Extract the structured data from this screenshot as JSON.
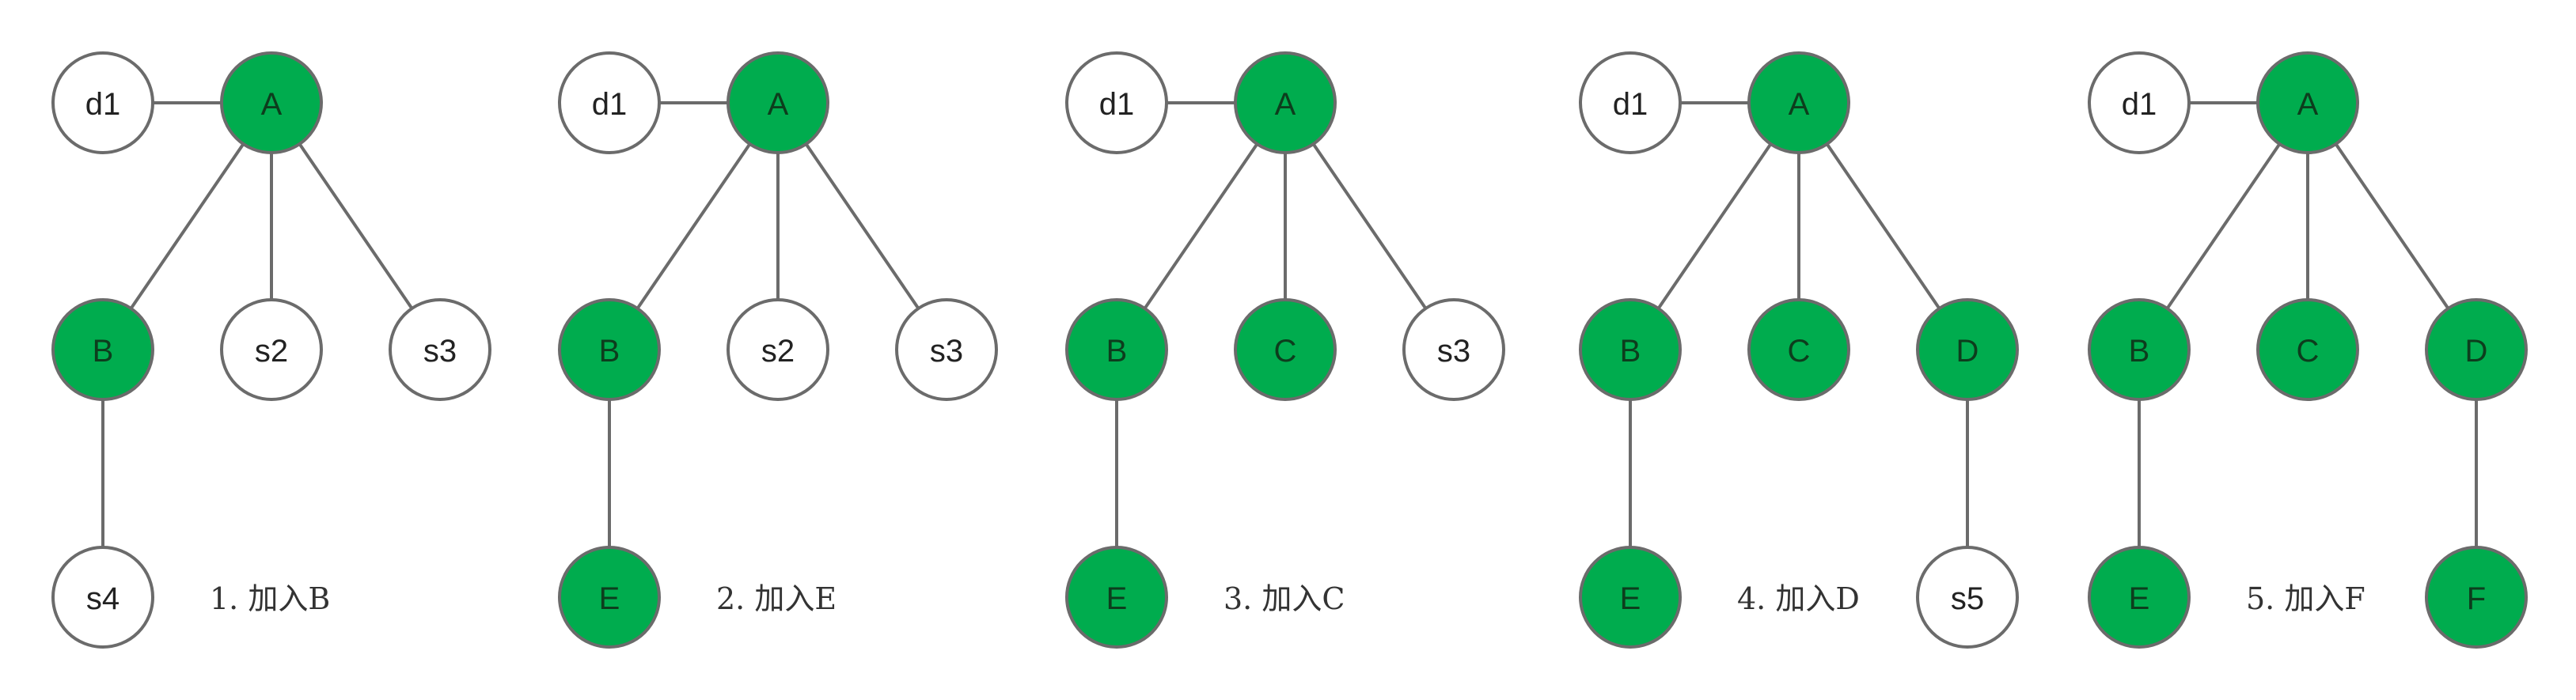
{
  "colors": {
    "filled": "#00ac4e",
    "empty": "#ffffff",
    "stroke": "#6b6b6b",
    "text_on_filled": "#0d3d1d",
    "text_on_empty": "#222222"
  },
  "panels": [
    {
      "caption": "1. 加入B",
      "nodes": [
        {
          "id": "d1",
          "label": "d1",
          "filled": false
        },
        {
          "id": "A",
          "label": "A",
          "filled": true
        },
        {
          "id": "B",
          "label": "B",
          "filled": true
        },
        {
          "id": "M",
          "label": "s2",
          "filled": false
        },
        {
          "id": "R",
          "label": "s3",
          "filled": false
        },
        {
          "id": "BL",
          "label": "s4",
          "filled": false
        }
      ],
      "edges": [
        [
          "d1",
          "A"
        ],
        [
          "A",
          "B"
        ],
        [
          "A",
          "M"
        ],
        [
          "A",
          "R"
        ],
        [
          "B",
          "BL"
        ]
      ]
    },
    {
      "caption": "2. 加入E",
      "nodes": [
        {
          "id": "d1",
          "label": "d1",
          "filled": false
        },
        {
          "id": "A",
          "label": "A",
          "filled": true
        },
        {
          "id": "B",
          "label": "B",
          "filled": true
        },
        {
          "id": "M",
          "label": "s2",
          "filled": false
        },
        {
          "id": "R",
          "label": "s3",
          "filled": false
        },
        {
          "id": "BL",
          "label": "E",
          "filled": true
        }
      ],
      "edges": [
        [
          "d1",
          "A"
        ],
        [
          "A",
          "B"
        ],
        [
          "A",
          "M"
        ],
        [
          "A",
          "R"
        ],
        [
          "B",
          "BL"
        ]
      ]
    },
    {
      "caption": "3. 加入C",
      "nodes": [
        {
          "id": "d1",
          "label": "d1",
          "filled": false
        },
        {
          "id": "A",
          "label": "A",
          "filled": true
        },
        {
          "id": "B",
          "label": "B",
          "filled": true
        },
        {
          "id": "M",
          "label": "C",
          "filled": true
        },
        {
          "id": "R",
          "label": "s3",
          "filled": false
        },
        {
          "id": "BL",
          "label": "E",
          "filled": true
        }
      ],
      "edges": [
        [
          "d1",
          "A"
        ],
        [
          "A",
          "B"
        ],
        [
          "A",
          "M"
        ],
        [
          "A",
          "R"
        ],
        [
          "B",
          "BL"
        ]
      ]
    },
    {
      "caption": "4. 加入D",
      "nodes": [
        {
          "id": "d1",
          "label": "d1",
          "filled": false
        },
        {
          "id": "A",
          "label": "A",
          "filled": true
        },
        {
          "id": "B",
          "label": "B",
          "filled": true
        },
        {
          "id": "M",
          "label": "C",
          "filled": true
        },
        {
          "id": "R",
          "label": "D",
          "filled": true
        },
        {
          "id": "BL",
          "label": "E",
          "filled": true
        },
        {
          "id": "RL",
          "label": "s5",
          "filled": false
        }
      ],
      "edges": [
        [
          "d1",
          "A"
        ],
        [
          "A",
          "B"
        ],
        [
          "A",
          "M"
        ],
        [
          "A",
          "R"
        ],
        [
          "B",
          "BL"
        ],
        [
          "R",
          "RL"
        ]
      ]
    },
    {
      "caption": "5. 加入F",
      "nodes": [
        {
          "id": "d1",
          "label": "d1",
          "filled": false
        },
        {
          "id": "A",
          "label": "A",
          "filled": true
        },
        {
          "id": "B",
          "label": "B",
          "filled": true
        },
        {
          "id": "M",
          "label": "C",
          "filled": true
        },
        {
          "id": "R",
          "label": "D",
          "filled": true
        },
        {
          "id": "BL",
          "label": "E",
          "filled": true
        },
        {
          "id": "RL",
          "label": "F",
          "filled": true
        }
      ],
      "edges": [
        [
          "d1",
          "A"
        ],
        [
          "A",
          "B"
        ],
        [
          "A",
          "M"
        ],
        [
          "A",
          "R"
        ],
        [
          "B",
          "BL"
        ],
        [
          "R",
          "RL"
        ]
      ]
    }
  ]
}
